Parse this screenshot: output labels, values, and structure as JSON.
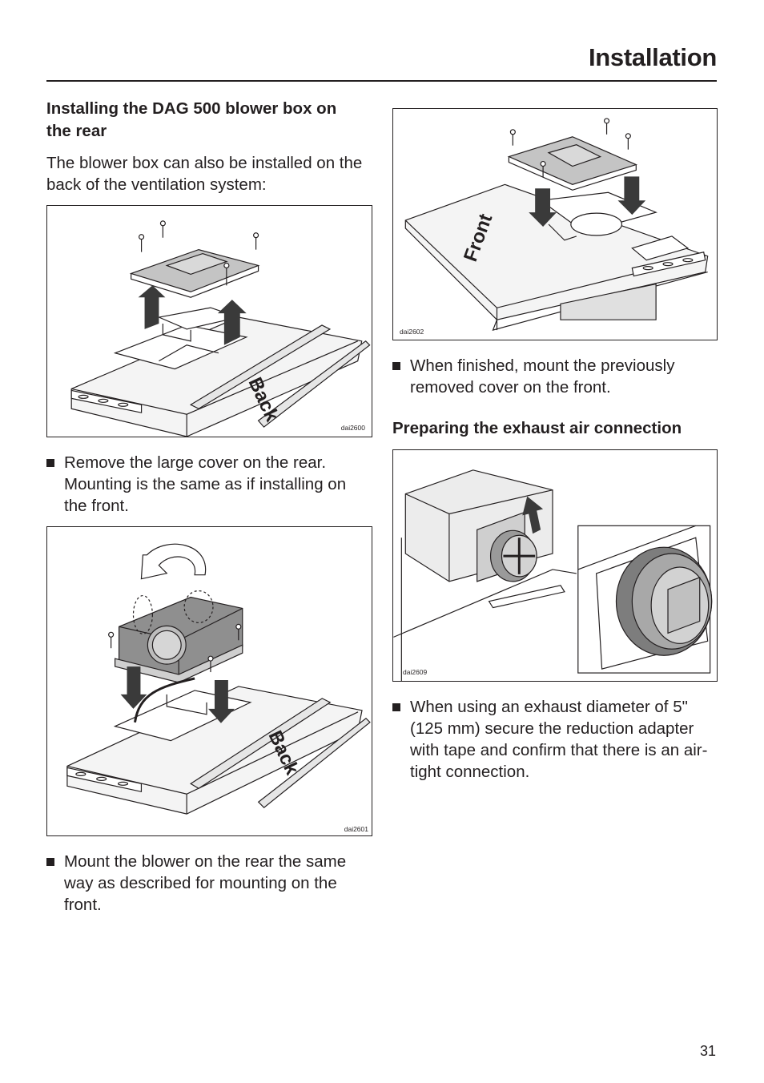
{
  "header": {
    "title": "Installation"
  },
  "left": {
    "heading": "Installing the DAG 500 blower box on the rear",
    "intro": "The blower box can also be installed on the back of the ventilation system:",
    "figure1": {
      "label": "dai2600",
      "stamp": "Back"
    },
    "bullet1": "Remove the large cover on the rear. Mounting is the same as if installing on the front.",
    "figure2": {
      "label": "dai2601",
      "stamp": "Back"
    },
    "bullet2": "Mount the blower on the rear the same way as described for mounting on the front."
  },
  "right": {
    "figure3": {
      "label": "dai2602",
      "stamp": "Front"
    },
    "bullet3": "When finished, mount the previously removed cover on the front.",
    "heading": "Preparing the exhaust air connection",
    "figure4": {
      "label": "dai2609"
    },
    "bullet4": "When using an exhaust diameter of 5\" (125 mm) secure the reduction adapter with tape and confirm that there is an air-tight connection."
  },
  "footer": {
    "page_number": "31"
  }
}
